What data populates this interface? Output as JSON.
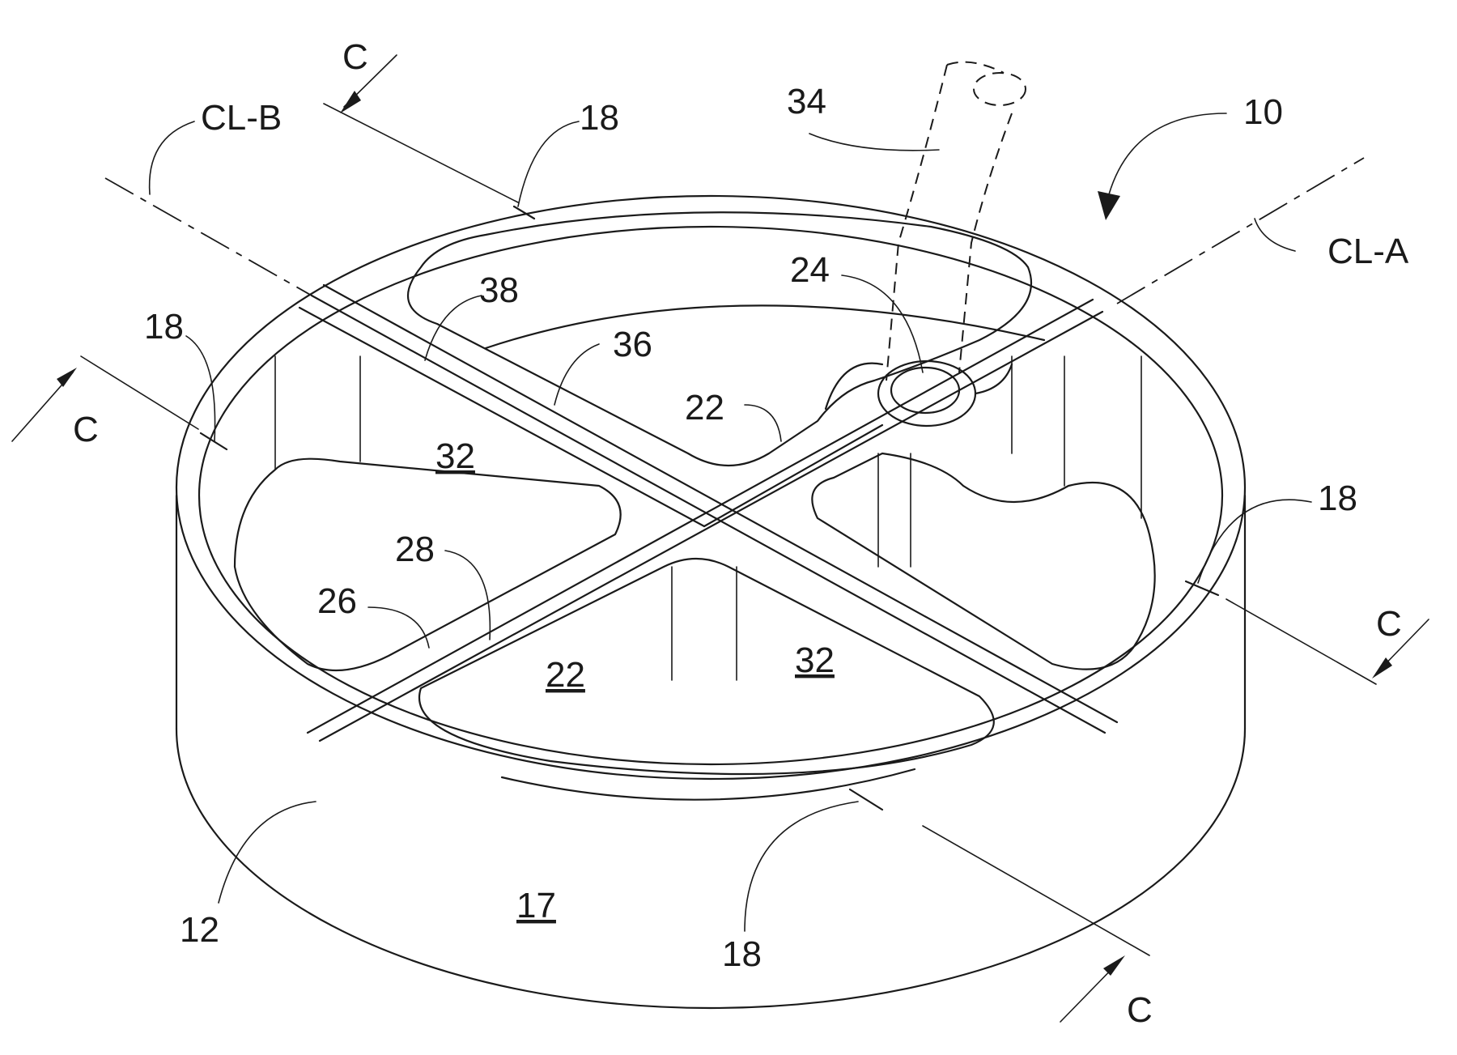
{
  "figure": {
    "labels": {
      "ref_10": "10",
      "ref_12": "12",
      "ref_17": "17",
      "ref_18": "18",
      "ref_22": "22",
      "ref_24": "24",
      "ref_26": "26",
      "ref_28": "28",
      "ref_32": "32",
      "ref_34": "34",
      "ref_36": "36",
      "ref_38": "38",
      "section_c": "C",
      "cl_a": "CL-A",
      "cl_b": "CL-B"
    },
    "line_color": "#1a1a1a",
    "background": "#ffffff"
  }
}
